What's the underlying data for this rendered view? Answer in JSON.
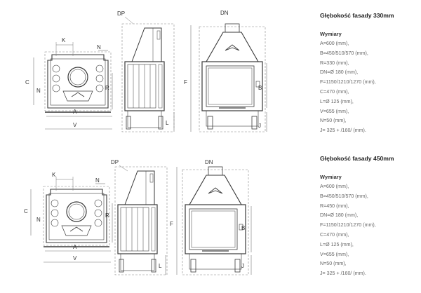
{
  "specs": [
    {
      "title": "Głębokość fasady 330mm",
      "subtitle": "Wymiary",
      "lines": [
        "A=600 (mm),",
        "B=450/510/570 (mm),",
        "R=330 (mm),",
        "DN=Ø 180 (mm),",
        "F=1150/1210/1270 (mm),",
        "C=470 (mm),",
        "L=Ø 125 (mm),",
        "V=655 (mm),",
        "N=50 (mm),",
        "J= 325 + /160/ (mm)."
      ]
    },
    {
      "title": "Głębokość fasady 450mm",
      "subtitle": "Wymiary",
      "lines": [
        "A=600 (mm),",
        "B=450/510/570 (mm),",
        "R=450 (mm),",
        "DN=Ø 180 (mm),",
        "F=1150/1210/1270 (mm),",
        "C=470 (mm),",
        "L=Ø 125 (mm),",
        "V=655 (mm),",
        "N=50 (mm),",
        "J= 325 + /160/ (mm)."
      ]
    }
  ],
  "labels": {
    "K": "K",
    "N": "N",
    "C": "C",
    "R": "R",
    "A": "A",
    "V": "V",
    "DP": "DP",
    "DN": "DN",
    "F": "F",
    "L": "L",
    "B": "B",
    "J": "J"
  },
  "colors": {
    "line": "#3a3a3a",
    "dim": "#777777",
    "dash": "#888888"
  }
}
